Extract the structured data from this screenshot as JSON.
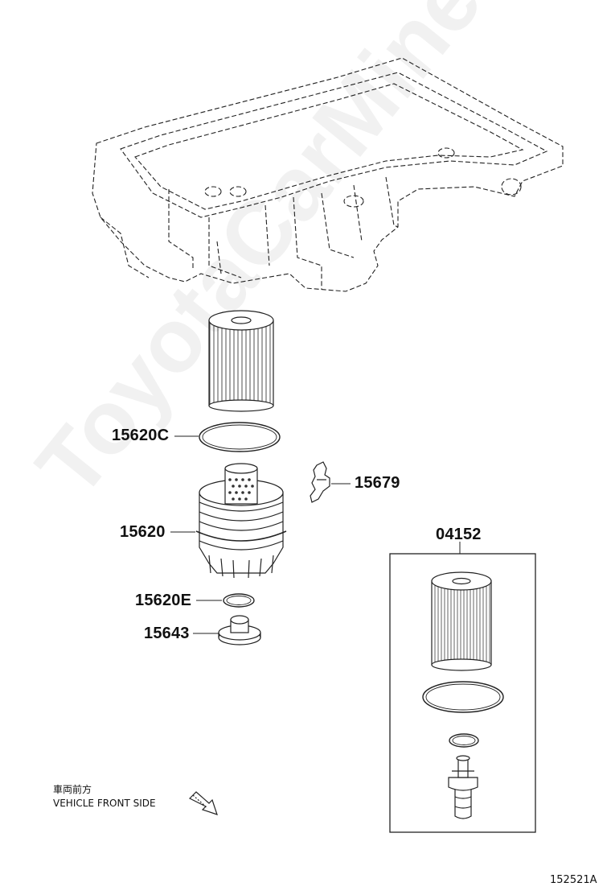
{
  "diagram": {
    "parts": {
      "p15620C": "15620C",
      "p15679": "15679",
      "p15620": "15620",
      "p04152": "04152",
      "p15620E": "15620E",
      "p15643": "15643"
    },
    "direction": {
      "japanese": "車両前方",
      "english": "VEHICLE FRONT SIDE"
    },
    "figure_number": "152521A",
    "watermark": "ToyotaCarMine.ru"
  }
}
